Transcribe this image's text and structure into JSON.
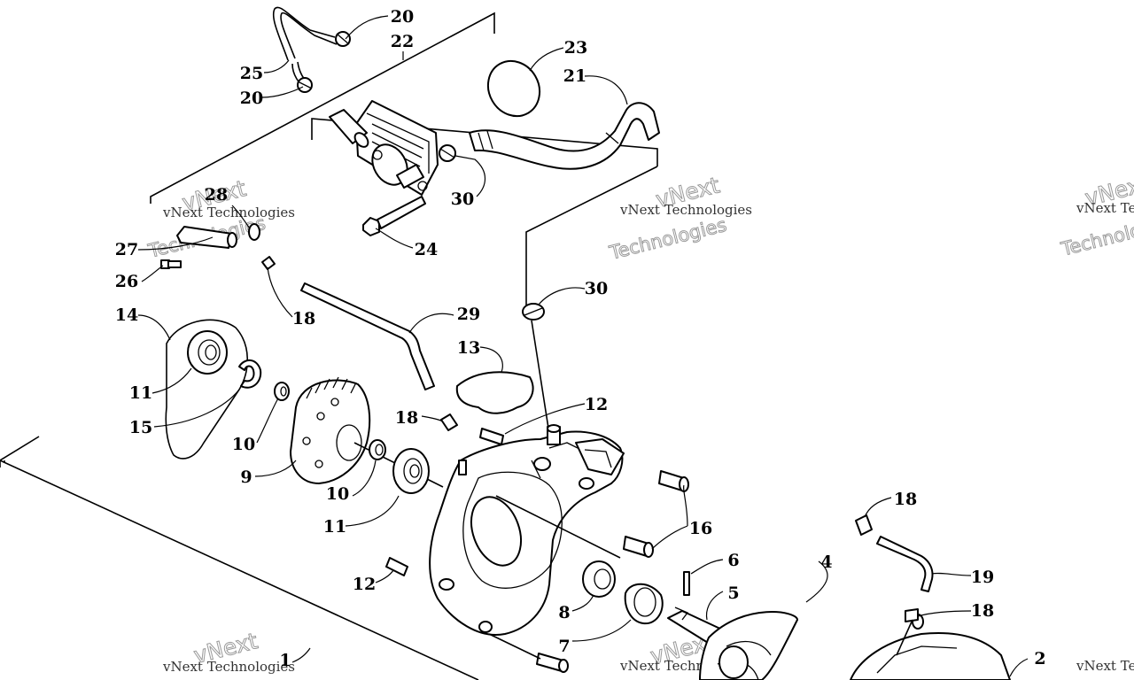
{
  "watermark": {
    "line1": "vNext Technologies",
    "brand": "vNext",
    "line2": "Technologies"
  },
  "callouts": [
    {
      "id": "c20a",
      "label": "20"
    },
    {
      "id": "c22",
      "label": "22"
    },
    {
      "id": "c25",
      "label": "25"
    },
    {
      "id": "c20b",
      "label": "20"
    },
    {
      "id": "c23",
      "label": "23"
    },
    {
      "id": "c21",
      "label": "21"
    },
    {
      "id": "c30a",
      "label": "30"
    },
    {
      "id": "c24",
      "label": "24"
    },
    {
      "id": "c28",
      "label": "28"
    },
    {
      "id": "c27",
      "label": "27"
    },
    {
      "id": "c26",
      "label": "26"
    },
    {
      "id": "c18a",
      "label": "18"
    },
    {
      "id": "c30b",
      "label": "30"
    },
    {
      "id": "c29",
      "label": "29"
    },
    {
      "id": "c14",
      "label": "14"
    },
    {
      "id": "c13",
      "label": "13"
    },
    {
      "id": "c11a",
      "label": "11"
    },
    {
      "id": "c15",
      "label": "15"
    },
    {
      "id": "c12a",
      "label": "12"
    },
    {
      "id": "c18b",
      "label": "18"
    },
    {
      "id": "c10a",
      "label": "10"
    },
    {
      "id": "c9",
      "label": "9"
    },
    {
      "id": "c10b",
      "label": "10"
    },
    {
      "id": "c16",
      "label": "16"
    },
    {
      "id": "c11b",
      "label": "11"
    },
    {
      "id": "c18c",
      "label": "18"
    },
    {
      "id": "c6",
      "label": "6"
    },
    {
      "id": "c4",
      "label": "4"
    },
    {
      "id": "c19",
      "label": "19"
    },
    {
      "id": "c12b",
      "label": "12"
    },
    {
      "id": "c5",
      "label": "5"
    },
    {
      "id": "c8",
      "label": "8"
    },
    {
      "id": "c18d",
      "label": "18"
    },
    {
      "id": "c7",
      "label": "7"
    },
    {
      "id": "c1",
      "label": "1"
    },
    {
      "id": "c2",
      "label": "2"
    }
  ]
}
